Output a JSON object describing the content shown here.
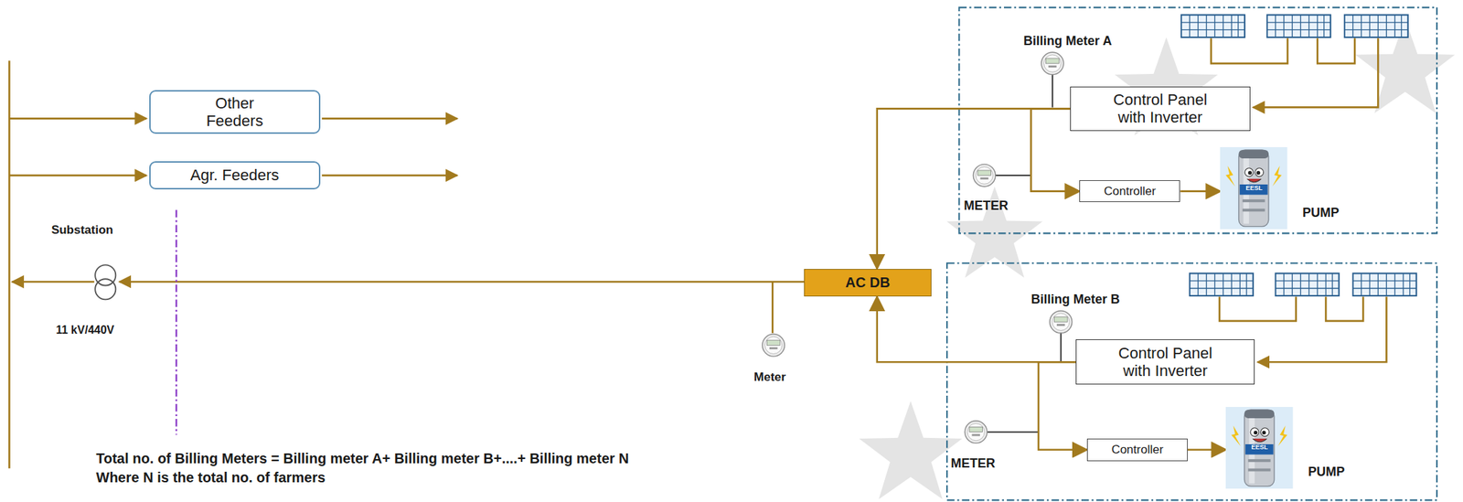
{
  "diagram": {
    "nodes": [
      {
        "text": [
          "Other Feeders"
        ]
      },
      {
        "text": [
          "Agr. Feeders"
        ]
      },
      {
        "text": [
          "AC DB"
        ]
      },
      {
        "text": [
          "Control Panel with Inverter"
        ]
      },
      {
        "text": [
          "Controller"
        ]
      },
      {
        "text": [
          "PUMP"
        ]
      },
      {
        "text": [
          "Control Panel with Inverter"
        ]
      },
      {
        "text": [
          "Controller"
        ]
      },
      {
        "text": [
          "PUMP"
        ]
      }
    ],
    "edges": [
      {
        "from": 3,
        "to": 2,
        "arrow": "to"
      },
      {
        "from": 3,
        "to": 4,
        "arrow": "to"
      },
      {
        "from": 4,
        "to": 5,
        "arrow": "to"
      },
      {
        "from": 6,
        "to": 2,
        "arrow": "to"
      },
      {
        "from": 6,
        "to": 7,
        "arrow": "to"
      },
      {
        "from": 7,
        "to": 8,
        "arrow": "to"
      }
    ],
    "labels": [
      "Substation",
      "11 kV/440V",
      "Billing Meter A",
      "METER",
      "EESL",
      "Meter",
      "Billing Meter B",
      "METER",
      "EESL",
      "Total no. of Billing Meters = Billing meter A+ Billing meter B+....+ Billing meter N",
      "Where N is the total no. of farmers"
    ]
  }
}
